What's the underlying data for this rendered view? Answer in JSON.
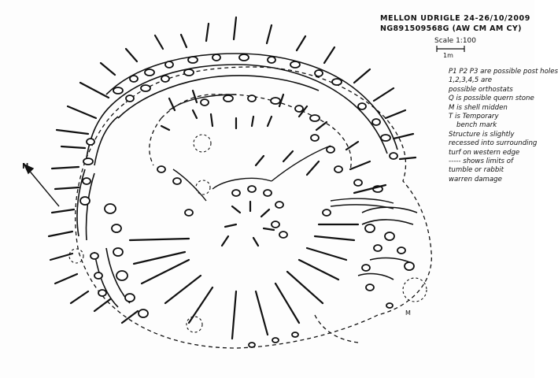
{
  "header": {
    "site_title": "MELLON UDRIGLE",
    "dates": "24-26/10/2009",
    "grid_ref": "NG891509568G",
    "surveyors": "(AW CM AM CY)",
    "scale": "Scale 1:100",
    "scale_bar_label": "1m"
  },
  "legend": {
    "lines": [
      {
        "text": "P1 P2 P3 are possible post holes",
        "indent": false
      },
      {
        "text": "1,2,3,4,5 are",
        "indent": false
      },
      {
        "text": "possible orthostats",
        "indent": false
      },
      {
        "text": "Q is possible quern stone",
        "indent": false
      },
      {
        "text": "M is shell midden",
        "indent": false
      },
      {
        "text": "T is Temporary",
        "indent": false
      },
      {
        "text": "bench mark",
        "indent": true
      },
      {
        "text": "Structure is slightly",
        "indent": false
      },
      {
        "text": "recessed into surrounding",
        "indent": false
      },
      {
        "text": "turf on western edge",
        "indent": false
      },
      {
        "text": "----- shows limits of",
        "indent": false
      },
      {
        "text": "tumble or rabbit",
        "indent": false
      },
      {
        "text": "warren damage",
        "indent": false
      }
    ]
  },
  "plan": {
    "north_label": "N",
    "midden_label": "M"
  },
  "colors": {
    "ink": "#111111",
    "paper": "#fdfdfd"
  }
}
